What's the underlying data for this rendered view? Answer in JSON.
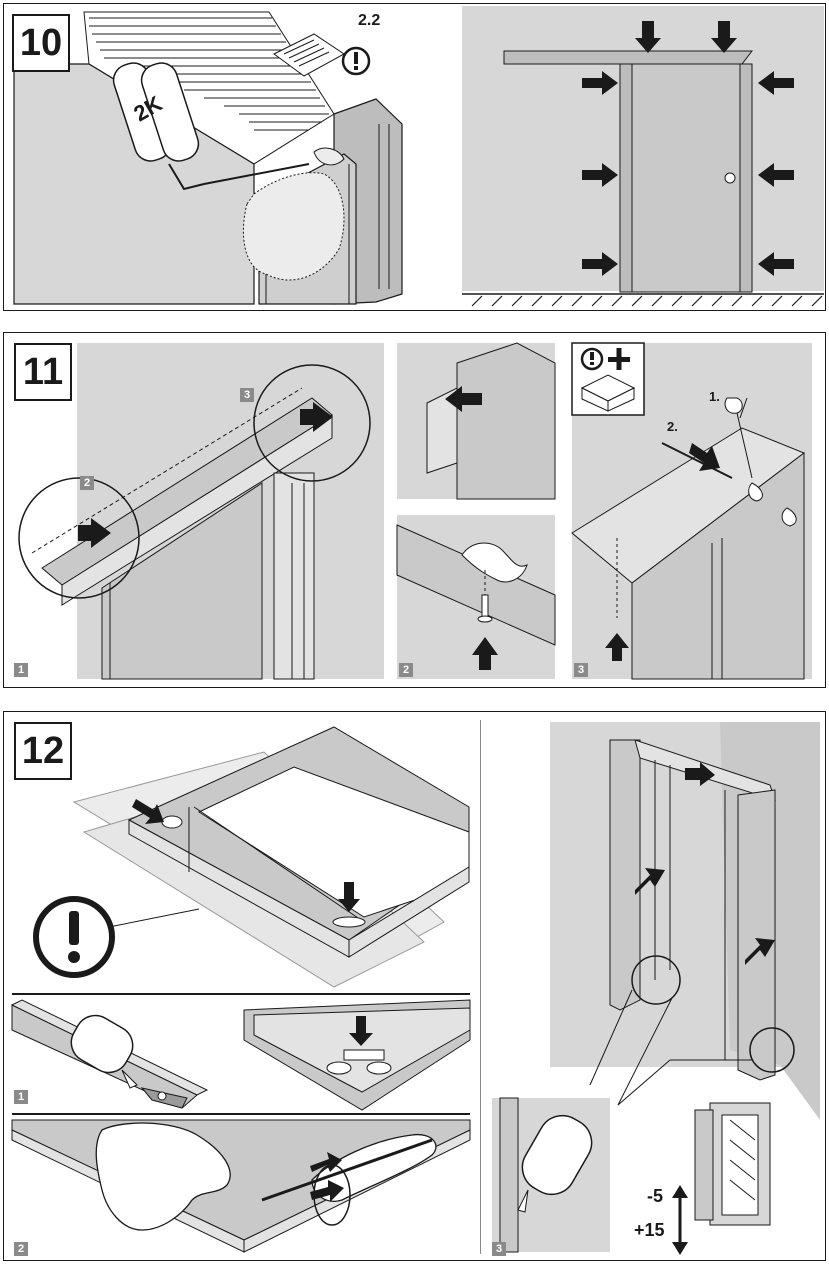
{
  "steps": {
    "s10": {
      "number": "10",
      "cartridge_label": "2K",
      "manual_ref": "2.2"
    },
    "s11": {
      "number": "11",
      "sub": [
        "1",
        "2",
        "3"
      ],
      "callouts": [
        "2",
        "3"
      ],
      "seq_first": "1.",
      "seq_second": "2."
    },
    "s12": {
      "number": "12",
      "sub": [
        "1",
        "2",
        "3"
      ],
      "adjust_minus": "-5",
      "adjust_plus": "+15"
    }
  },
  "colors": {
    "ink": "#1a1a1a",
    "panel_grey": "#d7d7d7",
    "door_grey": "#c9c9c9",
    "tag_grey": "#8a8a8a"
  },
  "icons": [
    "warning-icon",
    "box-plus-icon",
    "arrow-icon",
    "screw-icon",
    "glue-bottle-icon"
  ]
}
